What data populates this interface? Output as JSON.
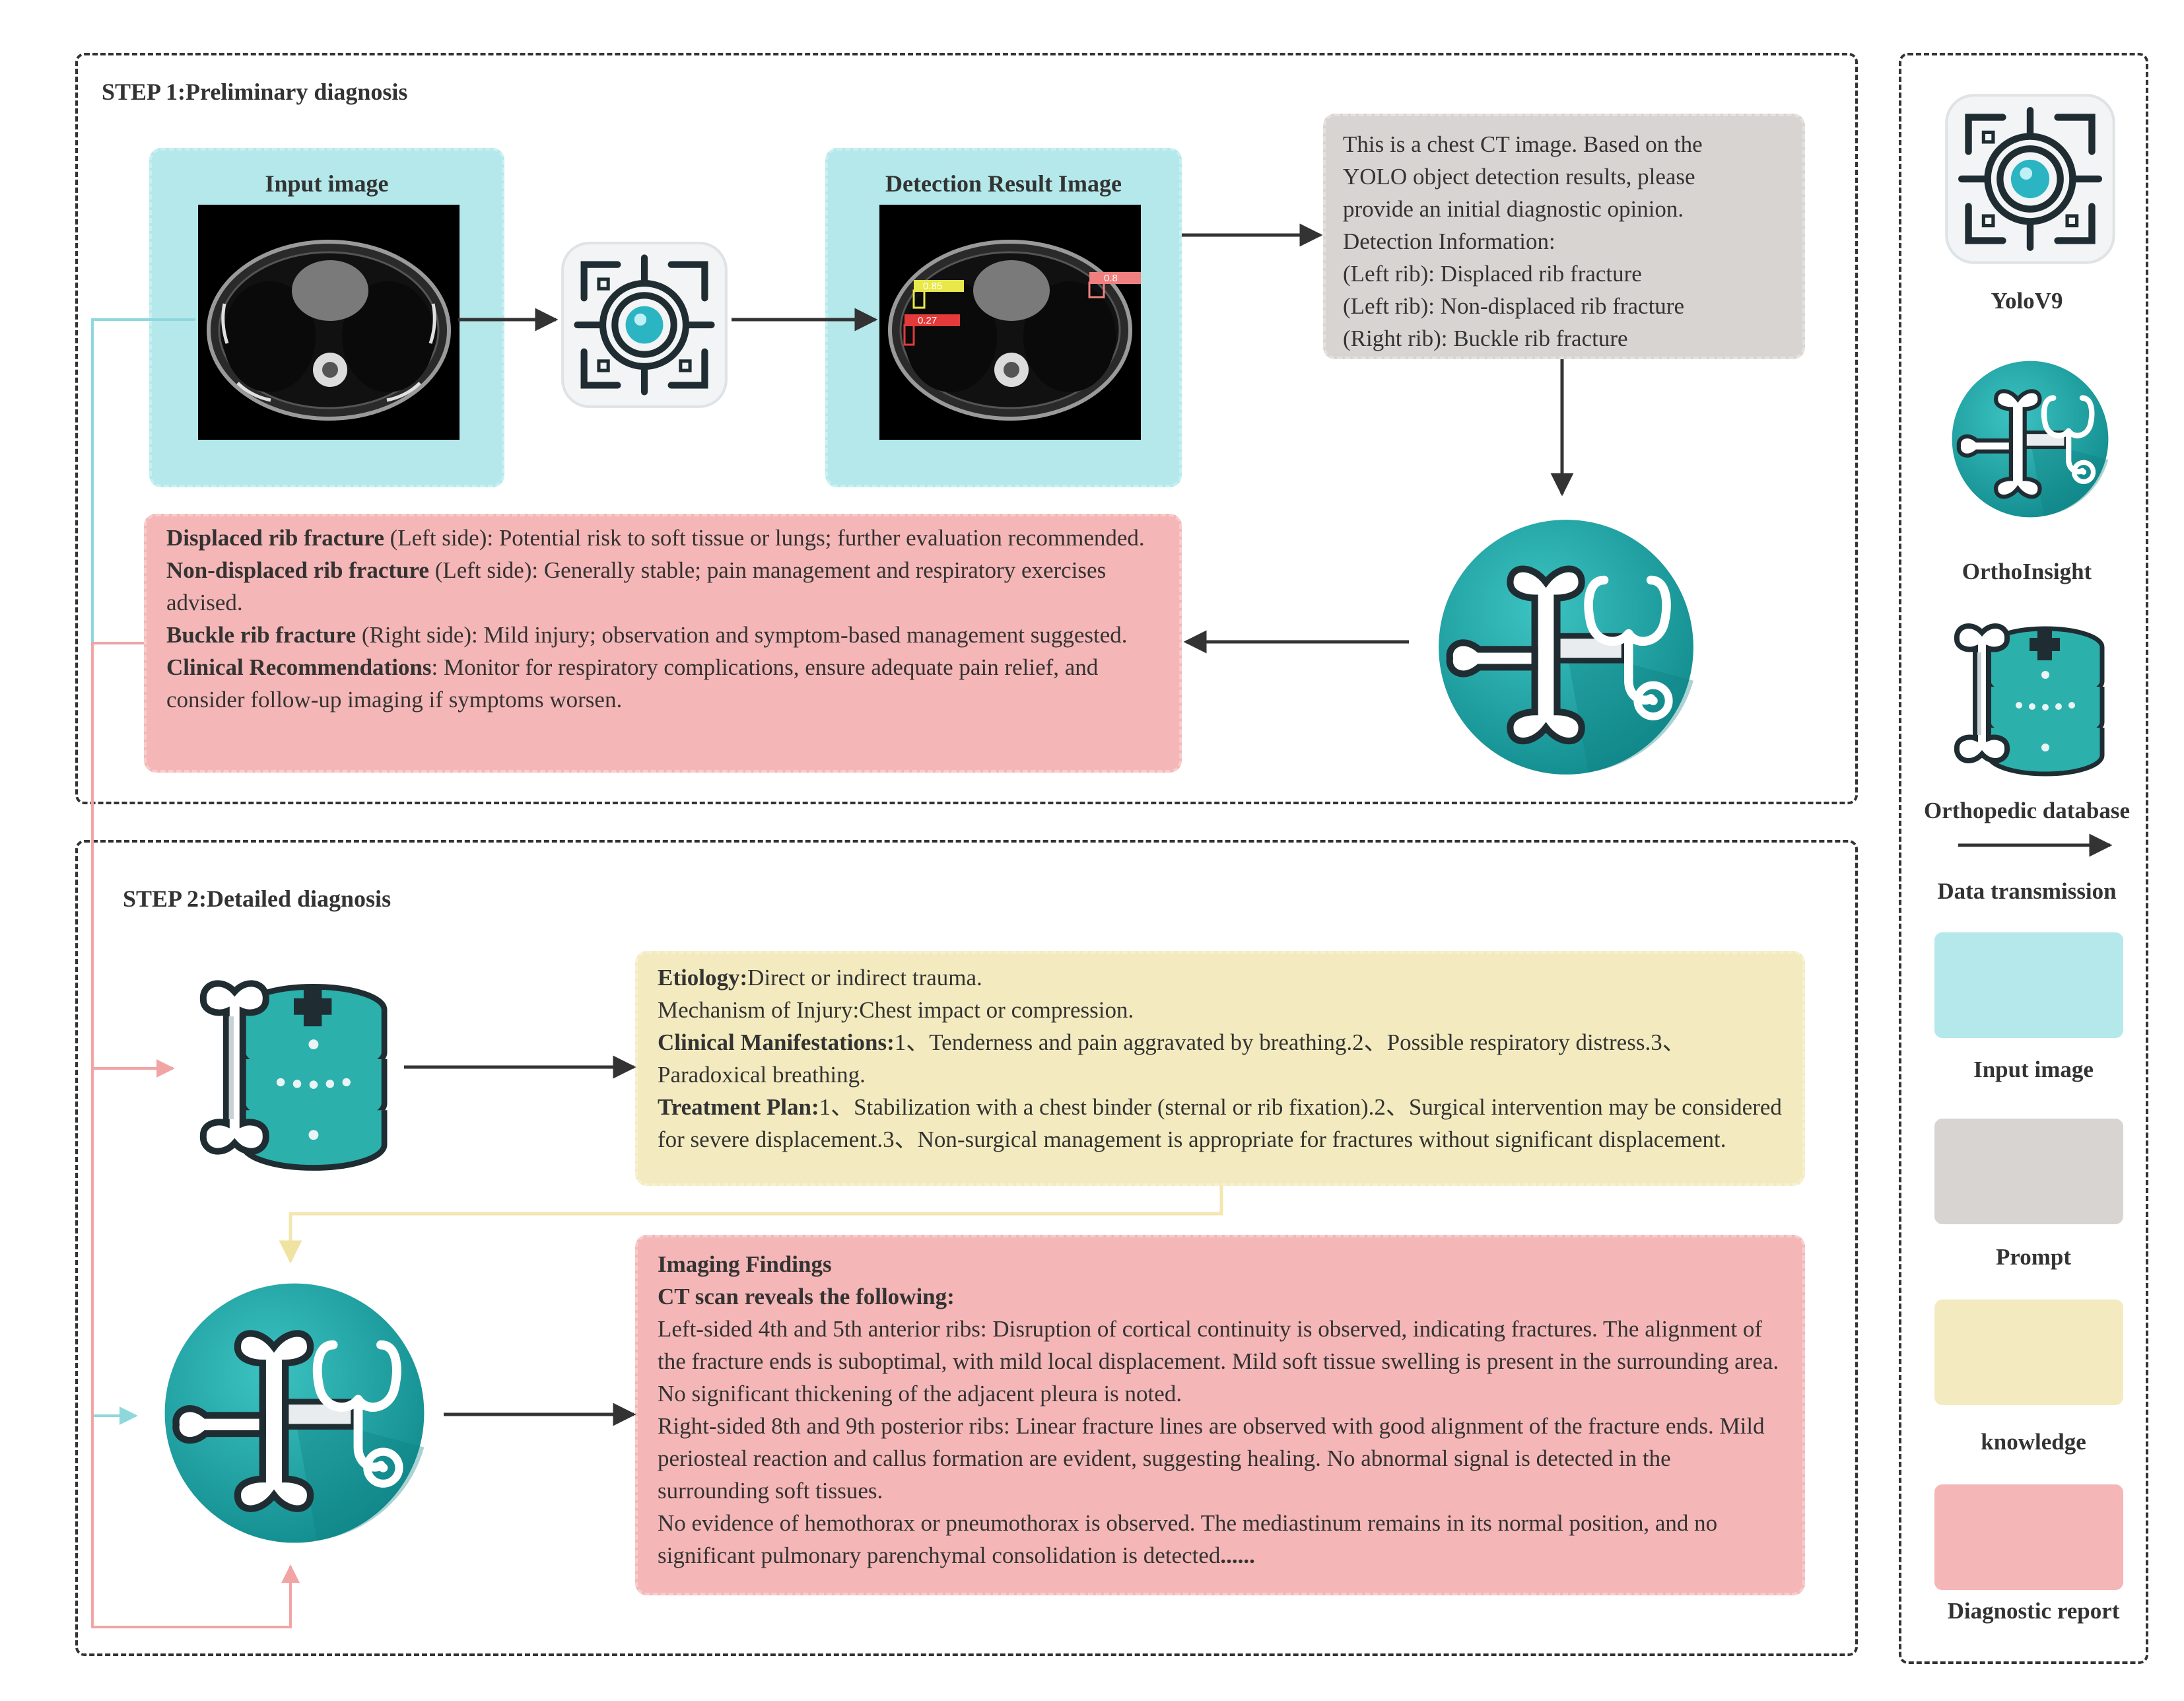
{
  "step1": {
    "title": "STEP 1:Preliminary diagnosis",
    "input_label": "Input image",
    "detection_label": "Detection Result Image",
    "det_tags": [
      "0.85",
      "0.27",
      "0.8"
    ],
    "prompt_lines": [
      "This is a chest CT image. Based on the",
      "YOLO object detection results, please",
      "provide an initial diagnostic opinion.",
      "Detection Information:",
      "(Left rib): Displaced rib fracture",
      "(Left rib): Non-displaced rib fracture",
      "(Right rib): Buckle rib fracture"
    ],
    "report": [
      {
        "term": "Displaced rib fracture",
        "text": " (Left side): Potential risk to soft tissue or lungs; further evaluation recommended."
      },
      {
        "term": "Non-displaced rib fracture",
        "text": " (Left side): Generally stable; pain management and respiratory exercises advised."
      },
      {
        "term": "Buckle rib fracture",
        "text": " (Right side): Mild injury; observation and symptom-based management suggested."
      },
      {
        "term": "Clinical Recommendations",
        "text": ": Monitor for respiratory complications, ensure adequate pain relief, and consider follow-up imaging if symptoms worsen."
      }
    ]
  },
  "step2": {
    "title": "STEP 2:Detailed diagnosis",
    "knowledge": [
      {
        "term": "Etiology:",
        "text": "Direct or indirect trauma."
      },
      {
        "term": "",
        "text": "Mechanism of Injury:Chest impact or compression."
      },
      {
        "term": "Clinical Manifestations:",
        "text": "1、Tenderness and pain aggravated by breathing.2、Possible respiratory distress.3、Paradoxical breathing."
      },
      {
        "term": "Treatment Plan:",
        "text": "1、Stabilization with a chest binder (sternal or rib fixation).2、Surgical intervention may be considered for severe displacement.3、Non-surgical management is appropriate for fractures without significant displacement."
      }
    ],
    "findings_title": "Imaging Findings",
    "findings_subtitle": "CT scan reveals the following:",
    "findings": [
      "Left-sided 4th and 5th anterior ribs: Disruption of cortical continuity is observed, indicating fractures. The alignment of the fracture ends is suboptimal, with mild local displacement. Mild soft tissue swelling is present in the surrounding area. No significant thickening of the adjacent pleura is noted.",
      "Right-sided 8th and 9th posterior ribs: Linear fracture lines are observed with good alignment of the fracture ends. Mild periosteal reaction and callus formation are evident, suggesting healing. No abnormal signal is detected in the surrounding soft tissues."
    ],
    "findings_last": "No evidence of hemothorax or pneumothorax is observed. The mediastinum remains in its normal position, and no significant pulmonary parenchymal consolidation is detected",
    "findings_ellipsis": "......"
  },
  "legend": {
    "yolo": "YoloV9",
    "ortho": "OrthoInsight",
    "database": "Orthopedic database",
    "transmission": "Data transmission",
    "input": "Input image",
    "prompt": "Prompt",
    "knowledge": "knowledge",
    "report": "Diagnostic report"
  },
  "colors": {
    "input": "#b4e8ea",
    "prompt": "#d8d4d2",
    "knowledge": "#f3ebbf",
    "report": "#f4b6b6",
    "teal": "#1fa9a9",
    "link_cyan": "#8ed8dc",
    "link_pink": "#f2a4a4",
    "link_yellow": "#f3e7b0"
  }
}
